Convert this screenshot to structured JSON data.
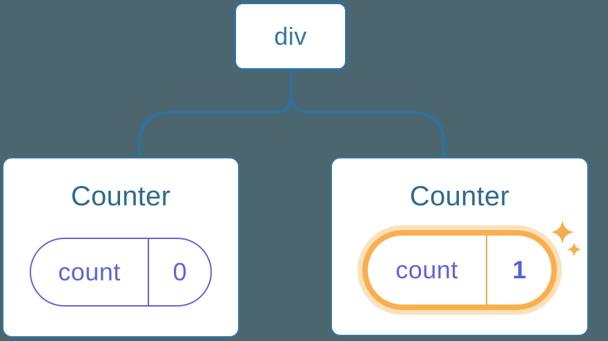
{
  "diagram": {
    "description": "React component tree state diagram",
    "background_color": "#4c6670",
    "root": {
      "label": "div"
    },
    "children": [
      {
        "title": "Counter",
        "state": {
          "key": "count",
          "value": "0"
        },
        "highlighted": false
      },
      {
        "title": "Counter",
        "state": {
          "key": "count",
          "value": "1"
        },
        "highlighted": true
      }
    ],
    "colors": {
      "connector_blue": "#2d72a3",
      "node_border_blue": "#2a73a6",
      "node_text_blue": "#3575a4",
      "card_border_blue": "#3277a6",
      "card_title_teal": "#2d6a8e",
      "state_purple": "#5e64d8",
      "state_value_bold_purple": "#5a62d2",
      "highlight_orange": "#f8b04e",
      "highlight_halo": "rgba(248,176,78,0.38)",
      "sparkle_orange": "#f6ad4e",
      "card_background": "#ffffff"
    }
  }
}
